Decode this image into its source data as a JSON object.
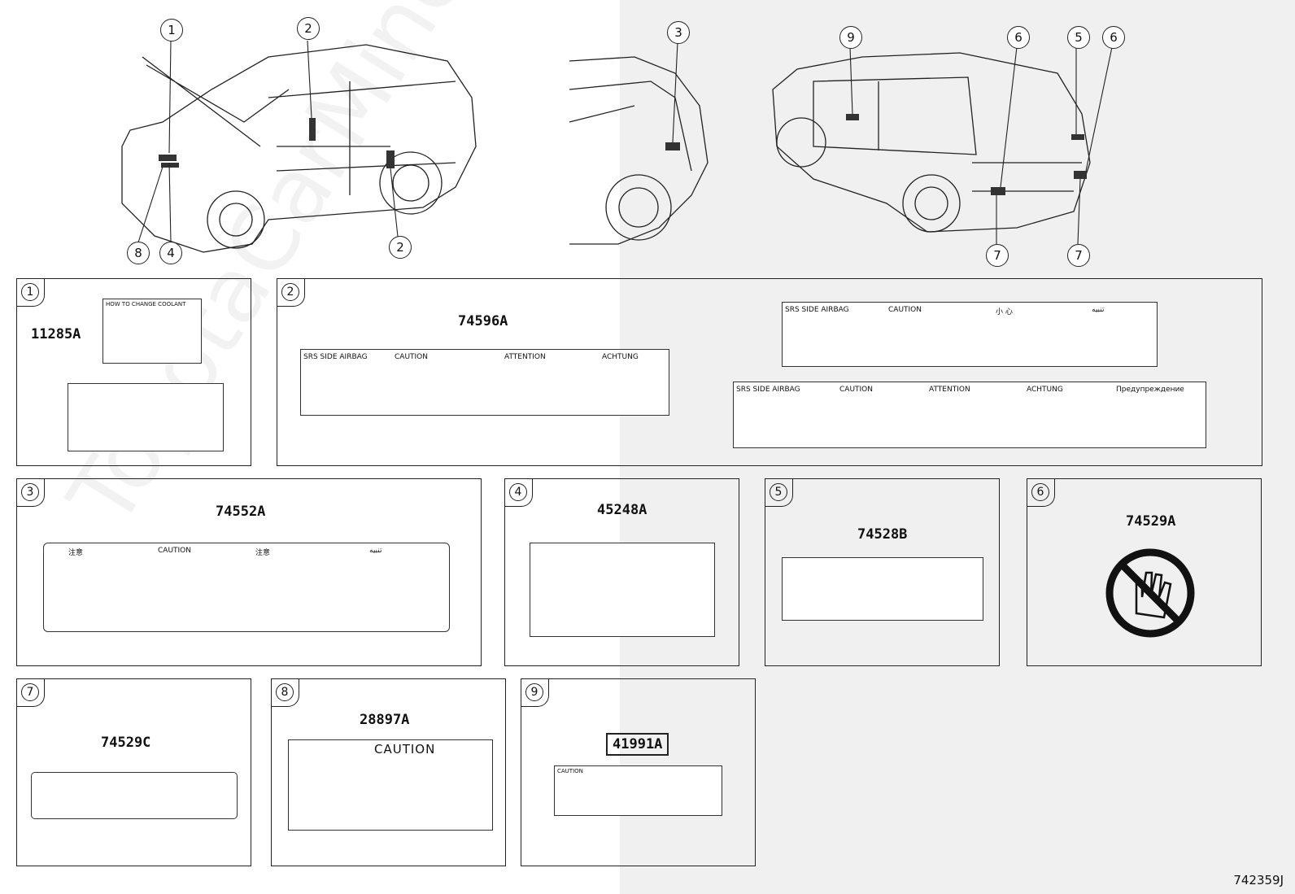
{
  "drawing_number": "742359J",
  "watermark": "ToyotaCarMine.ru",
  "callouts": [
    "1",
    "2",
    "3",
    "4",
    "5",
    "6",
    "7",
    "8",
    "9"
  ],
  "panels": [
    {
      "n": "1",
      "part": "11285A",
      "label_title": "HOW TO CHANGE COOLANT"
    },
    {
      "n": "2",
      "part": "74596A",
      "srs": "SRS SIDE AIRBAG",
      "cols": [
        "CAUTION",
        "ATTENTION",
        "ACHTUNG"
      ],
      "alt1_cols": [
        "CAUTION",
        "小 心",
        "تنبيه"
      ],
      "alt2_cols": [
        "CAUTION",
        "ATTENTION",
        "ACHTUNG",
        "Предупреждение"
      ]
    },
    {
      "n": "3",
      "part": "74552A",
      "cols": [
        "注意",
        "CAUTION",
        "注意",
        "تنبيه"
      ]
    },
    {
      "n": "4",
      "part": "45248A"
    },
    {
      "n": "5",
      "part": "74528B"
    },
    {
      "n": "6",
      "part": "74529A"
    },
    {
      "n": "7",
      "part": "74529C"
    },
    {
      "n": "8",
      "part": "28897A",
      "caution": "CAUTION"
    },
    {
      "n": "9",
      "part": "41991A",
      "caution": "CAUTION"
    }
  ]
}
